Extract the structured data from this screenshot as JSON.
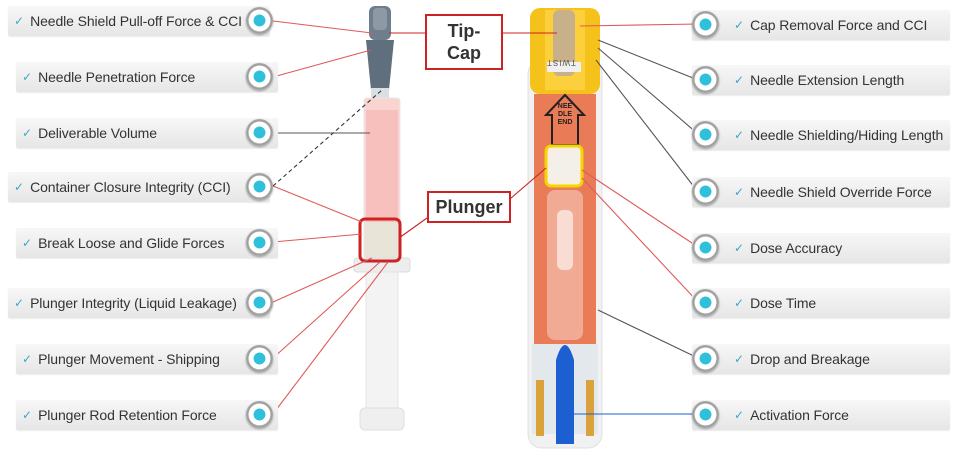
{
  "left_items": [
    {
      "label": "Needle Shield Pull-off Force & CCI"
    },
    {
      "label": "Needle Penetration Force"
    },
    {
      "label": "Deliverable Volume"
    },
    {
      "label": "Container Closure Integrity (CCI)"
    },
    {
      "label": "Break Loose and Glide Forces"
    },
    {
      "label": "Plunger Integrity (Liquid Leakage)"
    },
    {
      "label": "Plunger Movement - Shipping"
    },
    {
      "label": "Plunger Rod Retention Force"
    }
  ],
  "right_items": [
    {
      "label": "Cap Removal Force and CCI"
    },
    {
      "label": "Needle Extension Length"
    },
    {
      "label": "Needle Shielding/Hiding Length"
    },
    {
      "label": "Needle Shield Override Force"
    },
    {
      "label": "Dose Accuracy"
    },
    {
      "label": "Dose Time"
    },
    {
      "label": "Drop and Breakage"
    },
    {
      "label": "Activation Force"
    }
  ],
  "callouts": {
    "tip_cap": "Tip-\nCap",
    "plunger": "Plunger"
  },
  "device_labels": {
    "cap_text": "TWIST",
    "arrow_text": "NEEDLE END"
  },
  "check_mark": "✓",
  "colors": {
    "accent": "#2fc0db",
    "callout_border": "#cc2222",
    "cap_yellow": "#f5c21b",
    "barrel_orange": "#e8663b"
  }
}
